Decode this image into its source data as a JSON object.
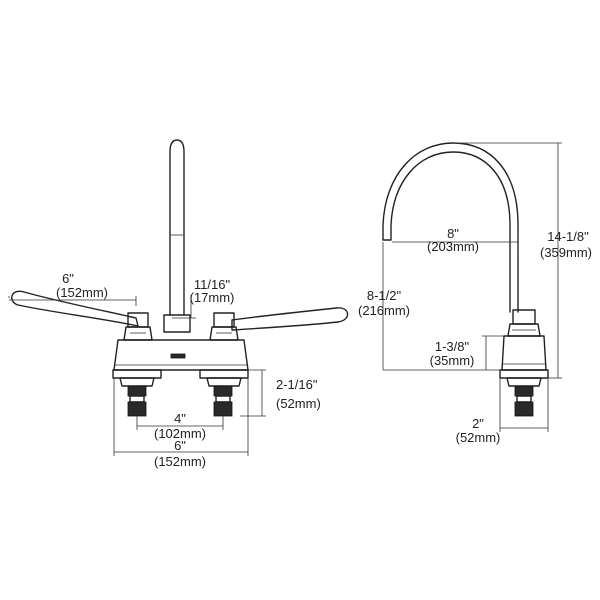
{
  "dimensions": {
    "handle_reach": {
      "imperial": "6\"",
      "metric": "(152mm)"
    },
    "spout_base_width": {
      "imperial": "11/16\"",
      "metric": "(17mm)"
    },
    "shank_length": {
      "imperial": "2-1/16\"",
      "metric": "(52mm)"
    },
    "center_spacing": {
      "imperial": "4\"",
      "metric": "(102mm)"
    },
    "deck_width": {
      "imperial": "6\"",
      "metric": "(152mm)"
    },
    "spout_reach": {
      "imperial": "8\"",
      "metric": "(203mm)"
    },
    "overall_height": {
      "imperial": "14-1/8\"",
      "metric": "(359mm)"
    },
    "spout_clearance": {
      "imperial": "8-1/2\"",
      "metric": "(216mm)"
    },
    "base_height": {
      "imperial": "1-3/8\"",
      "metric": "(35mm)"
    },
    "shank_side_width": {
      "imperial": "2\"",
      "metric": "(52mm)"
    }
  },
  "colors": {
    "line": "#222222",
    "background": "#ffffff"
  }
}
